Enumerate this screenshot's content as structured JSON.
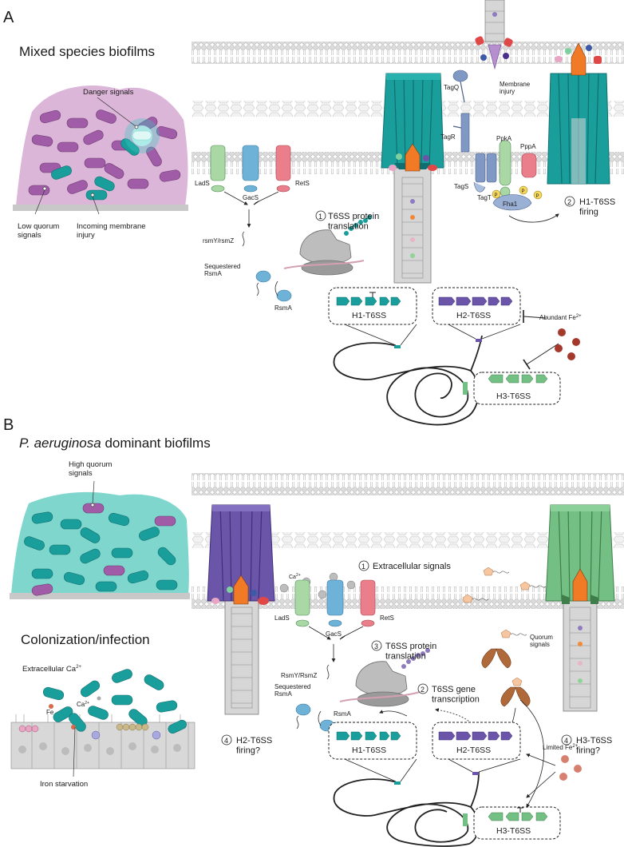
{
  "panel_a": {
    "letter": "A",
    "title": "Mixed species biofilms",
    "biofilm": {
      "danger": "Danger signals",
      "low_quorum": "Low quorum\nsignals",
      "membrane_injury": "Incoming membrane\ninjury"
    },
    "receptors": [
      "LadS",
      "GacS",
      "RetS"
    ],
    "rsm_rna": "rsmY/rsmZ",
    "sequestered": "Sequestered\nRsmA",
    "rsma": "RsmA",
    "step1_num": "1",
    "step1": "T6SS protein\ntranslation",
    "tag_labels": [
      "TagQ",
      "TagR",
      "TagS",
      "TagT"
    ],
    "kinases": [
      "PpkA",
      "PppA",
      "Fha1"
    ],
    "phospho": "P",
    "step2_num": "2",
    "step2": "H1-T6SS\nfiring",
    "membrane_injury_top": "Membrane\ninjury",
    "genes": [
      "H1-T6SS",
      "H2-T6SS",
      "H3-T6SS"
    ],
    "iron": "Abundant Fe",
    "iron_sup": "2+"
  },
  "panel_b": {
    "letter": "B",
    "title_italic": "P. aeruginosa",
    "title_rest": " dominant biofilms",
    "high_quorum": "High quorum\nsignals",
    "colonization": "Colonization/infection",
    "extra_ca": "Extracellular Ca",
    "extra_ca_sup": "2+",
    "fe": "Fe",
    "ca": "Ca",
    "ca_sup": "2+",
    "iron_starvation": "Iron starvation",
    "step1_num": "1",
    "step1": "Extracellular signals",
    "receptors": [
      "LadS",
      "GacS",
      "RetS"
    ],
    "rsm_rna": "RsmY/RsmZ",
    "sequestered": "Sequestered\nRsmA",
    "rsma": "RsmA",
    "step3_num": "3",
    "step3": "T6SS protein\ntranslation",
    "step2_num": "2",
    "step2": "T6SS gene\ntranscription",
    "quorum": "Quorum\nsignals",
    "limited_iron": "Limited Fe",
    "limited_iron_sup": "2+",
    "step4_num": "4",
    "step4_left": "H2-T6SS\nfiring?",
    "step4_right": "H3-T6SS\nfiring?",
    "genes": [
      "H1-T6SS",
      "H2-T6SS",
      "H3-T6SS"
    ]
  },
  "colors": {
    "teal": "#1a9e9c",
    "teal_dark": "#0f6f70",
    "purple": "#6a55a8",
    "green": "#74c084",
    "orange": "#f07a26",
    "biofilm_pink": "#dcb6d8",
    "biofilm_teal": "#7fd6cc",
    "iron": "#a4382a"
  }
}
